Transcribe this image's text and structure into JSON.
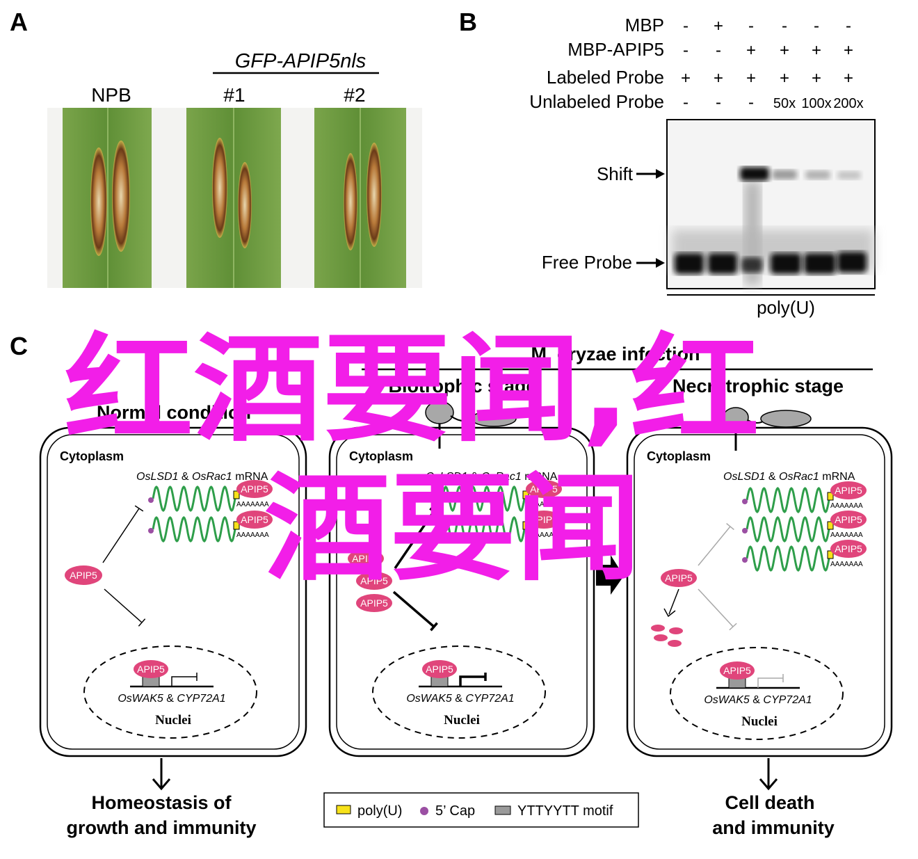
{
  "panel_a": {
    "letter": "A",
    "construct": "GFP-APIP5nls",
    "labels": [
      "NPB",
      "#1",
      "#2"
    ]
  },
  "panel_b": {
    "letter": "B",
    "rows": [
      {
        "name": "MBP",
        "vals": [
          "-",
          "+",
          "-",
          "-",
          "-",
          "-"
        ]
      },
      {
        "name": "MBP-APIP5",
        "vals": [
          "-",
          "-",
          "+",
          "+",
          "+",
          "+"
        ]
      },
      {
        "name": "Labeled Probe",
        "vals": [
          "+",
          "+",
          "+",
          "+",
          "+",
          "+"
        ]
      },
      {
        "name": "Unlabeled Probe",
        "vals": [
          "-",
          "-",
          "-",
          "50x",
          "100x",
          "200x"
        ]
      }
    ],
    "shift_label": "Shift",
    "free_label": "Free Probe",
    "probe_label": "poly(U)"
  },
  "panel_c": {
    "letter": "C",
    "infection_title": "M. oryzae infection",
    "biotrophic": "Biotrophic stage",
    "necrotrophic": "Necrotrophic stage",
    "normal": "Normal condition",
    "cytoplasm": "Cytoplasm",
    "mrna_gene1": "OsLSD1",
    "mrna_and": " & ",
    "mrna_gene2": "OsRac1",
    "mrna_suffix": " mRNA",
    "apip5": "APIP5",
    "polyA": "AAAAAAA",
    "nuclei": "Nuclei",
    "gene1": "OsWAK5",
    "gene_and": " & ",
    "gene2": "CYP72A1",
    "out_left_1": "Homeostasis of",
    "out_left_2": "growth and immunity",
    "out_right_1": "Cell death",
    "out_right_2": "and immunity",
    "legend": {
      "polyU": "poly(U)",
      "cap": "5’ Cap",
      "motif": "YTTYYTT motif"
    }
  },
  "watermark": {
    "line1": "红酒要闻,红",
    "line2": "酒要闻"
  },
  "colors": {
    "apip5": "#e0457b",
    "mrna": "#2e9e4a",
    "polyu": "#f7e21a",
    "cap": "#9b4fa3",
    "motif": "#9a9a9a",
    "watermark": "#f21ee8",
    "leaf": "#6e9a3c"
  }
}
